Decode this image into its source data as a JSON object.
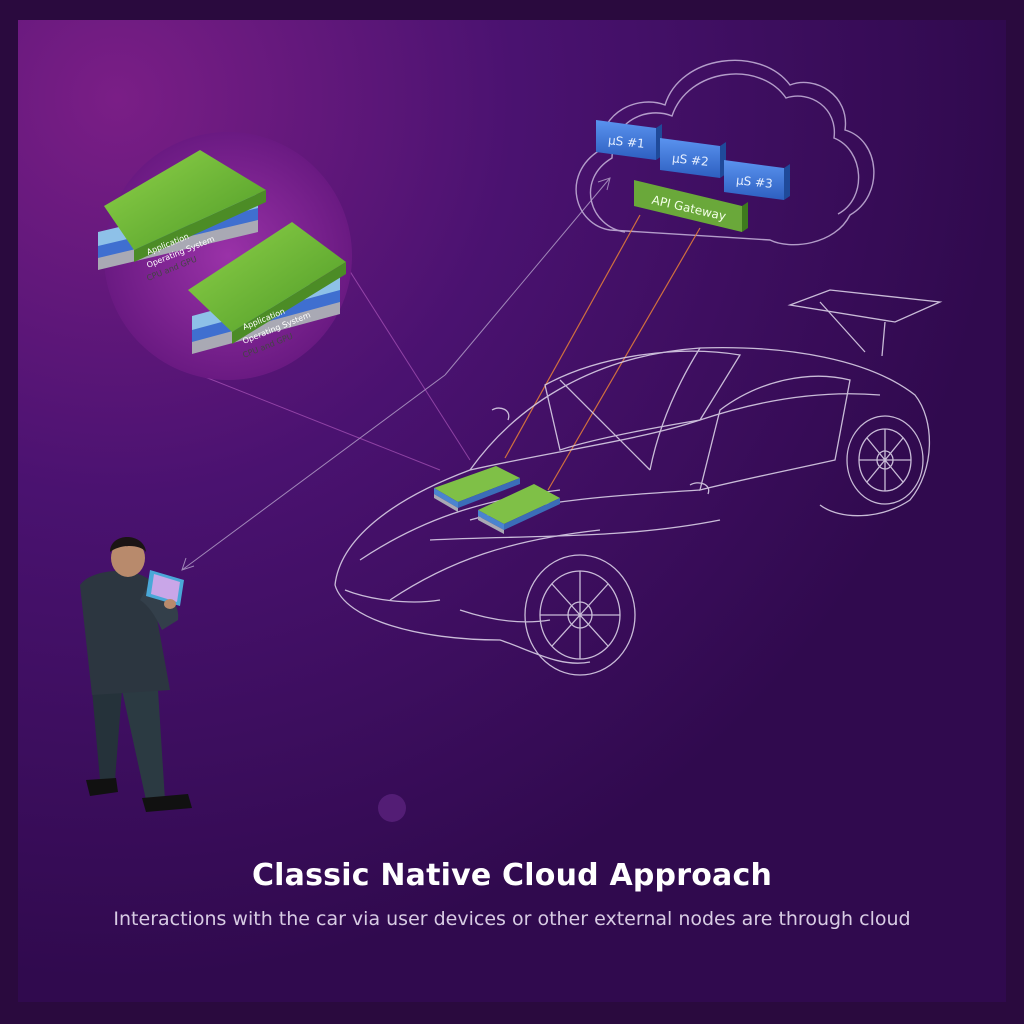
{
  "caption": {
    "title": "Classic Native Cloud Approach",
    "subtitle": "Interactions with the car via user devices or other external nodes are through cloud"
  },
  "cloud": {
    "microservices": [
      "µS #1",
      "µS #2",
      "µS #3"
    ],
    "gateway": "API Gateway"
  },
  "stack": {
    "layers": [
      "Application",
      "Operating System",
      "CPU and GPU"
    ]
  },
  "colors": {
    "background": "#2a0a3e",
    "frame": "#3a0d55",
    "accent_green": "#6fb83a",
    "accent_blue": "#3b74d6",
    "connector": "#e07a3a"
  },
  "icons": {
    "car": "car-wireframe",
    "person": "person-with-tablet",
    "cloud": "cloud-outline"
  }
}
